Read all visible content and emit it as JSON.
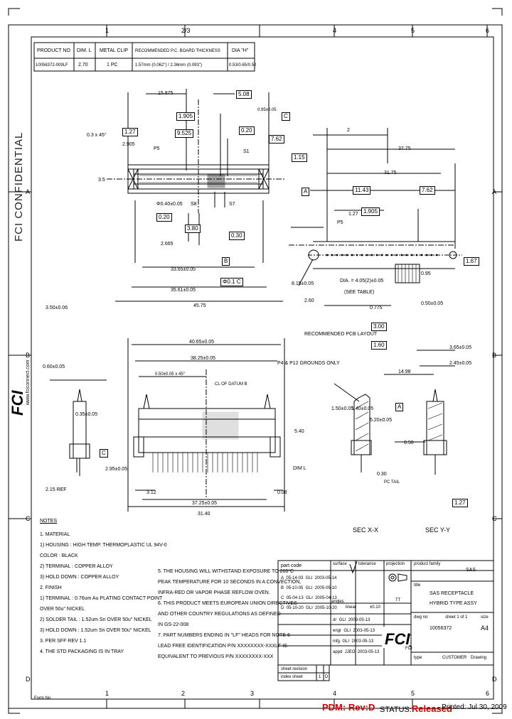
{
  "title_table": {
    "headers": [
      "PRODUCT NO",
      "DIM. L",
      "METAL CLIP",
      "RECOMMENDED P.C. BOARD THICKNESS",
      "DIA \"H\""
    ],
    "row": [
      "10056372-009LF",
      "2.70",
      "1 PC",
      "1.57mm (0.062\") / 2.36mm (0.093\")",
      "0.53/0.65/0.50"
    ]
  },
  "grid": {
    "columns": [
      "1",
      "2/3",
      "4",
      "5",
      "6"
    ],
    "bottom_columns": [
      "1",
      "2",
      "3",
      "4",
      "5",
      "6"
    ],
    "rows": [
      "A",
      "B",
      "C",
      "D"
    ]
  },
  "side_text": {
    "confidential": "FCI CONFIDENTIAL",
    "website": "www.fciconnect.com"
  },
  "dimensions": {
    "d1": "15.875",
    "d2": "5.08",
    "d3": "0.95±0.05",
    "d4": "1.905",
    "d5": "9.525",
    "d6": "0.3 x 45°",
    "d7": "1.27",
    "d8": "7.62",
    "d9": "0.20",
    "d10": "2.905",
    "d11": "3.5",
    "d12": "P5",
    "d13": "Φ0.40±0.05",
    "d14": "0.20",
    "d15": "3.80",
    "d16": "1.15",
    "d17": "2.665",
    "d18": "0.30",
    "d19": "33.65±0.05",
    "d20": "35.61±0.05",
    "d21": "45.75",
    "d22": "3.50±0.06",
    "d23": "S8",
    "d24": "S7",
    "d25": "S1",
    "d26": "2",
    "d27": "37.75",
    "d28": "31.75",
    "d29": "11.43",
    "d30": "1.27",
    "d31": "1.905",
    "d32": "P5",
    "d33": "7.62",
    "d34": "1.67",
    "d35": "0.95",
    "d36": "8.15±0.05",
    "d37": "2.60",
    "d38": "0.775",
    "d39": "0.50±0.05",
    "d40": "3.00",
    "d41": "1.60",
    "d42": "0.60±0.05",
    "d43": "40.65±0.05",
    "d44": "38.25±0.05",
    "d45": "0.50±0.05 x 45°",
    "d46": "CL OF DATUM B",
    "d47": "2.95±0.05",
    "d48": "2.15 REF",
    "d49": "3.12",
    "d50": "37.25±0.05",
    "d51": "31.40",
    "d52": "0.35±0.05",
    "d53": "14.98",
    "d54": "2.45±0.05",
    "d55": "3.65±0.05",
    "d56": "1.50±0.05",
    "d57": "1.40±0.05",
    "d58": "5.20±0.05",
    "d59": "5.40",
    "d60": "0.50",
    "d61": "1.27",
    "d62": "0.30",
    "d63": "0.08",
    "d64": "DIM L",
    "d65": "Φ0.1 C"
  },
  "labels": {
    "dia_note": "DIA. = 4.05(2)±0.05",
    "see_table": "(SEE TABLE)",
    "pcb_layout": "RECOMMENDED PCB LAYOUT",
    "p4_p12": "P4 & P12 GROUNDS ONLY",
    "sec_xx": "SEC X-X",
    "sec_yy": "SEC Y-Y",
    "pc_tail": "PC TAIL",
    "datum_a": "A",
    "datum_b": "B",
    "datum_c": "C"
  },
  "notes": {
    "heading": "NOTES",
    "left": [
      "1. MATERIAL",
      "1) HOUSING : HIGH TEMP. THERMOPLASTIC UL 94V-0",
      "   COLOR : BLACK",
      "2) TERMINAL : COPPER ALLOY",
      "3) HOLD DOWN : COPPER ALLOY",
      "2. FINISH",
      "1) TERMINAL : 0.76um Au PLATING CONTACT POINT",
      "   OVER 50u\" NICKEL",
      "2) SOLDER TAIL : 1.52um Sn OVER 50u\" NICKEL",
      "3) HOLD DOWN : 1.52um Sn OVER 50u\" NICKEL",
      "3. PER SFF REV 1.1",
      "4. THE STD PACKAGING IS IN TRAY"
    ],
    "right": [
      "5. THE HOUSING WILL WITHSTAND EXPOSURE TO 260°C",
      "PEAK TEMPERATURE FOR 10 SECONDS IN A CONVECTION,",
      "INFRA-RED OR VAPOR PHASE REFLOW OVEN.",
      "6. THIS PRODUCT MEETS EUROPEAN UNION DIRECTIVES",
      "AND OTHER COUNTRY REGULATIONS AS DEFINED",
      "IN GS-22-008",
      "7. PART NUMBERS ENDING IN \"LF\" HEADS FOR NOTE 6",
      "LEAD FREE IDENTIFICATION P/N XXXXXXXX-XXXLF IS",
      "EQUIVALENT TO PREVIOUS P/N XXXXXXXX-XXX"
    ]
  },
  "title_block": {
    "part_code": "part code",
    "surface": "surface",
    "tolerance": "tolerance",
    "projection": "projection",
    "product_family_label": "product family",
    "product_family": "SAS",
    "title_label": "title",
    "title_line1": "SAS RECEPTACLE",
    "title_line2": "HYBRID TYPE ASSY",
    "linear": "linear",
    "angles": "angles",
    "tol_value": "±0.10",
    "scale": "TT",
    "dwg_no_label": "dwg no",
    "dwg_no": "10056372",
    "sheet_label": "sheet 1 of 1",
    "size_label": "size",
    "size": "A4",
    "type_label": "type",
    "type": "CUSTOMER",
    "drawing": "Drawing",
    "revisions": [
      [
        "A",
        "05-14-03",
        "GLI",
        "2003-05-14"
      ],
      [
        "B",
        "05-10-05",
        "GLI",
        "2005-05-10"
      ],
      [
        "C",
        "05-04-13",
        "GLI",
        "2005-04-13"
      ],
      [
        "D",
        "05-10-20",
        "GLI",
        "2005-10-20"
      ]
    ],
    "roles": [
      [
        "dr",
        "GLI",
        "2003-05-13"
      ],
      [
        "engr",
        "GLI",
        "2003-05-13"
      ],
      [
        "mfg",
        "GLI",
        "2003-05-13"
      ],
      [
        "appd",
        "JJEO",
        "2003-05-13"
      ]
    ],
    "sheet_revision": "sheet  revision",
    "index_sheet": "index  sheet",
    "index_vals": [
      "1",
      "D"
    ],
    "company": "FCI"
  },
  "footer": {
    "pdm": "PDM: Rev:D",
    "status_label": "STATUS:",
    "status_value": "Released",
    "printed": "Printed: Jul 30, 2009",
    "form": "Form No."
  }
}
